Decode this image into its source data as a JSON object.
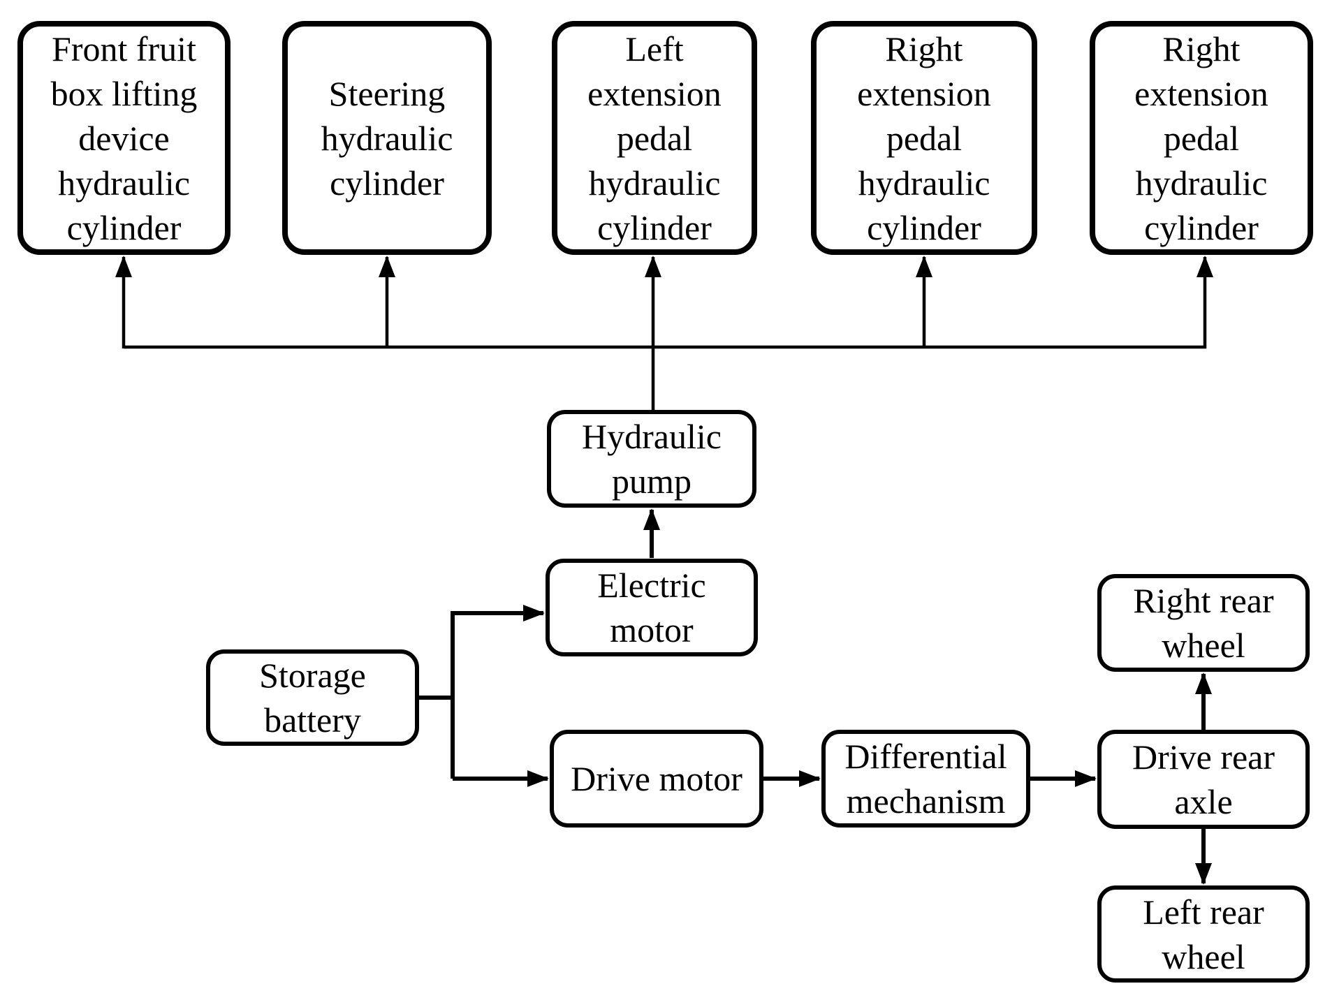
{
  "diagram": {
    "title": "Electric orchard vehicle hydraulic and drive system block diagram",
    "background_color": "#ffffff",
    "line_color": "#000000",
    "nodes": {
      "front_cylinder": {
        "label": "Front fruit\nbox lifting\ndevice\nhydraulic\ncylinder"
      },
      "steering_cylinder": {
        "label": "Steering\nhydraulic\ncylinder"
      },
      "left_pedal_cylinder": {
        "label": "Left\nextension\npedal\nhydraulic\ncylinder"
      },
      "right_pedal_cylinder_a": {
        "label": "Right\nextension\npedal\nhydraulic\ncylinder"
      },
      "right_pedal_cylinder_b": {
        "label": "Right\nextension\npedal\nhydraulic\ncylinder"
      },
      "hydraulic_pump": {
        "label": "Hydraulic\npump"
      },
      "electric_motor": {
        "label": "Electric\nmotor"
      },
      "storage_battery": {
        "label": "Storage\nbattery"
      },
      "drive_motor": {
        "label": "Drive motor"
      },
      "differential": {
        "label": "Differential\nmechanism"
      },
      "drive_rear_axle": {
        "label": "Drive rear\naxle"
      },
      "right_rear_wheel": {
        "label": "Right rear\nwheel"
      },
      "left_rear_wheel": {
        "label": "Left rear\nwheel"
      }
    },
    "edges": [
      {
        "from": "hydraulic_pump",
        "to": "front_cylinder"
      },
      {
        "from": "hydraulic_pump",
        "to": "steering_cylinder"
      },
      {
        "from": "hydraulic_pump",
        "to": "left_pedal_cylinder"
      },
      {
        "from": "hydraulic_pump",
        "to": "right_pedal_cylinder_a"
      },
      {
        "from": "hydraulic_pump",
        "to": "right_pedal_cylinder_b"
      },
      {
        "from": "electric_motor",
        "to": "hydraulic_pump"
      },
      {
        "from": "storage_battery",
        "to": "electric_motor"
      },
      {
        "from": "storage_battery",
        "to": "drive_motor"
      },
      {
        "from": "drive_motor",
        "to": "differential"
      },
      {
        "from": "differential",
        "to": "drive_rear_axle"
      },
      {
        "from": "drive_rear_axle",
        "to": "right_rear_wheel"
      },
      {
        "from": "drive_rear_axle",
        "to": "left_rear_wheel"
      }
    ]
  }
}
